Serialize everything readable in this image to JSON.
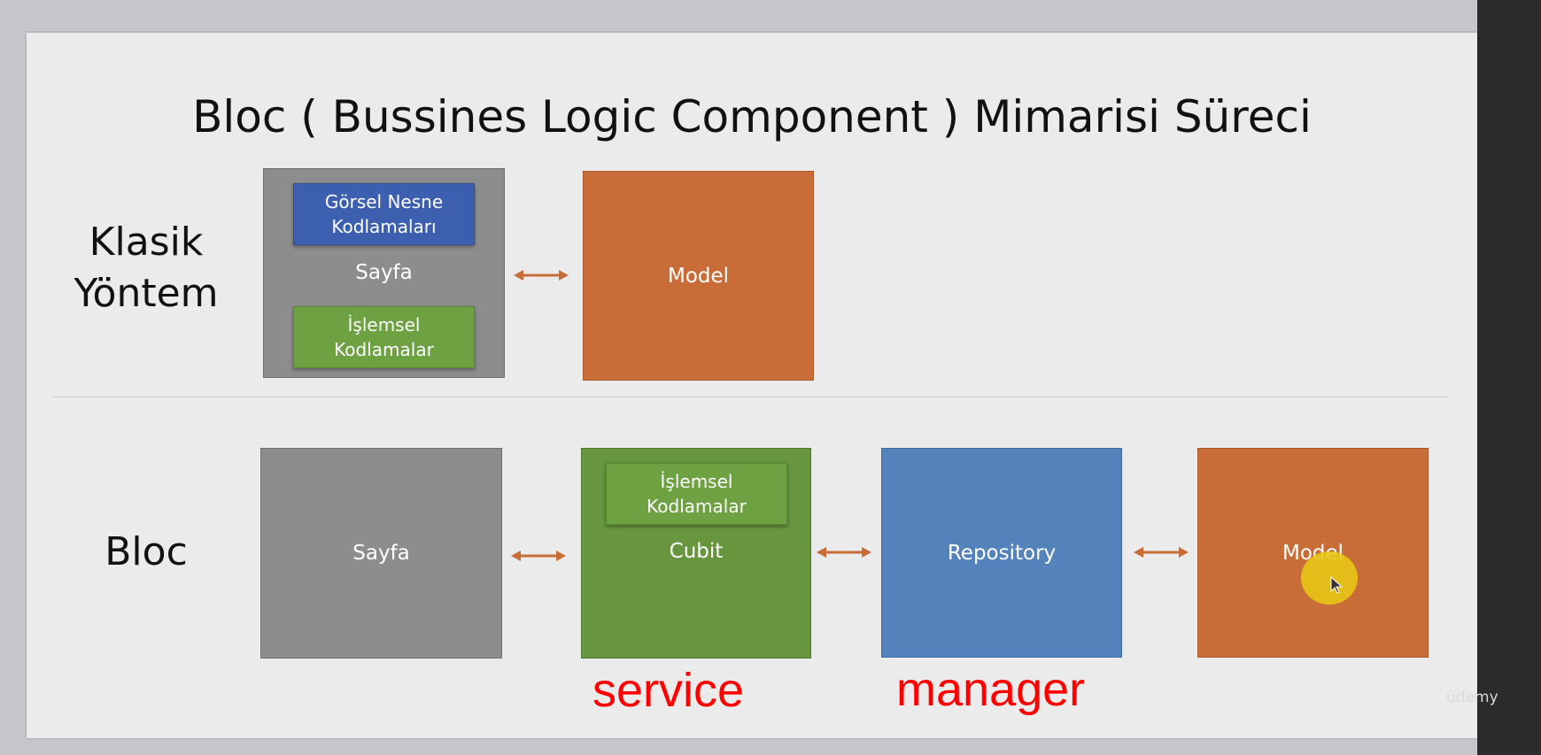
{
  "slide": {
    "title": "Bloc ( Bussines Logic Component ) Mimarisi Süreci"
  },
  "classic_row": {
    "label_line1": "Klasik",
    "label_line2": "Yöntem",
    "page_box": {
      "label": "Sayfa",
      "inner_top_line1": "Görsel Nesne",
      "inner_top_line2": "Kodlamaları",
      "inner_bottom_line1": "İşlemsel",
      "inner_bottom_line2": "Kodlamalar"
    },
    "model_box": {
      "label": "Model"
    }
  },
  "bloc_row": {
    "label": "Bloc",
    "page_box": {
      "label": "Sayfa"
    },
    "cubit_box": {
      "label": "Cubit",
      "inner_line1": "İşlemsel",
      "inner_line2": "Kodlamalar"
    },
    "repository_box": {
      "label": "Repository"
    },
    "model_box": {
      "label": "Model"
    }
  },
  "annotations": {
    "service": "service",
    "manager": "manager"
  },
  "watermark": "ûdemy",
  "colors": {
    "gray": "#8d8d8d",
    "orange": "#c86d38",
    "green": "#68963f",
    "blue": "#5483bb",
    "inner_blue": "#3d5fb0",
    "annotation_red": "#ff0000",
    "arrow": "#c86d38"
  },
  "icons": {
    "connector": "double-headed-arrow-icon",
    "pointer": "cursor-highlight-icon"
  }
}
